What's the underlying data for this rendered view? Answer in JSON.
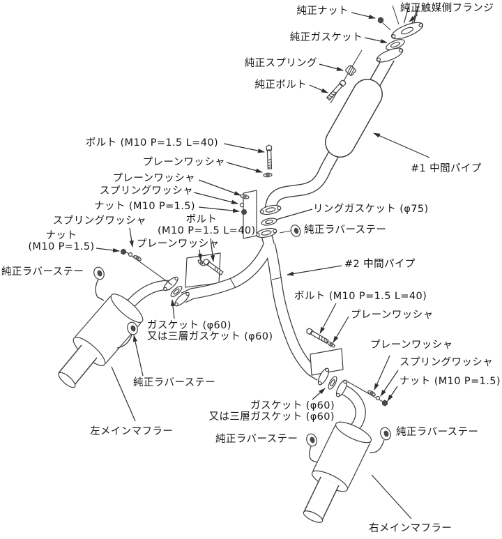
{
  "colors": {
    "ink": "#3f3f3f",
    "label_text": "#161616",
    "background": "#ffffff"
  },
  "labels": [
    {
      "id": "stock-nut",
      "text": "純正ナット"
    },
    {
      "id": "stock-catalyst-flange",
      "text": "純正触媒側フランジ"
    },
    {
      "id": "stock-gasket",
      "text": "純正ガスケット"
    },
    {
      "id": "stock-spring",
      "text": "純正スプリング"
    },
    {
      "id": "stock-bolt",
      "text": "純正ボルト"
    },
    {
      "id": "bolt-m10-l40-left",
      "text": "ボルト (M10 P=1.5 L=40)"
    },
    {
      "id": "plain-washer-top",
      "text": "プレーンワッシャ"
    },
    {
      "id": "plain-washer-mid",
      "text": "プレーンワッシャ"
    },
    {
      "id": "spring-washer-mid",
      "text": "スプリングワッシャ"
    },
    {
      "id": "nut-m10-mid",
      "text": "ナット (M10 P=1.5)"
    },
    {
      "id": "spring-washer-left",
      "text": "スプリングワッシャ"
    },
    {
      "id": "nut-m10-left",
      "text": "ナット",
      "text2": "(M10 P=1.5)"
    },
    {
      "id": "stock-rubber-stay-left",
      "text": "純正ラバーステー"
    },
    {
      "id": "bolt-m10-l40-center",
      "text": "ボルト",
      "text2": "(M10 P=1.5 L=40)"
    },
    {
      "id": "plain-washer-center",
      "text": "プレーンワッシャ"
    },
    {
      "id": "ring-gasket-75",
      "text": "リングガスケット (φ75)"
    },
    {
      "id": "stock-rubber-stay-center",
      "text": "純正ラバーステー"
    },
    {
      "id": "pipe-2",
      "text": "#2 中間パイプ"
    },
    {
      "id": "pipe-1",
      "text": "#1 中間パイプ"
    },
    {
      "id": "bolt-m10-l40-right",
      "text": "ボルト (M10 P=1.5 L=40)"
    },
    {
      "id": "plain-washer-right-1",
      "text": "プレーンワッシャ"
    },
    {
      "id": "plain-washer-right-2",
      "text": "プレーンワッシャ"
    },
    {
      "id": "spring-washer-right",
      "text": "スプリングワッシャ"
    },
    {
      "id": "nut-m10-right",
      "text": "ナット (M10 P=1.5)"
    },
    {
      "id": "gasket-60-left",
      "text": "ガスケット (φ60)",
      "text2": "又は三層ガスケット (φ60)"
    },
    {
      "id": "stock-rubber-stay-left-muffler",
      "text": "純正ラバーステー"
    },
    {
      "id": "left-main-muffler",
      "text": "左メインマフラー"
    },
    {
      "id": "gasket-60-right",
      "text": "ガスケット (φ60)",
      "text2": "又は三層ガスケット (φ60)"
    },
    {
      "id": "stock-rubber-stay-bottom-left",
      "text": "純正ラバーステー"
    },
    {
      "id": "stock-rubber-stay-right-muffler",
      "text": "純正ラバーステー"
    },
    {
      "id": "right-main-muffler",
      "text": "右メインマフラー"
    }
  ]
}
